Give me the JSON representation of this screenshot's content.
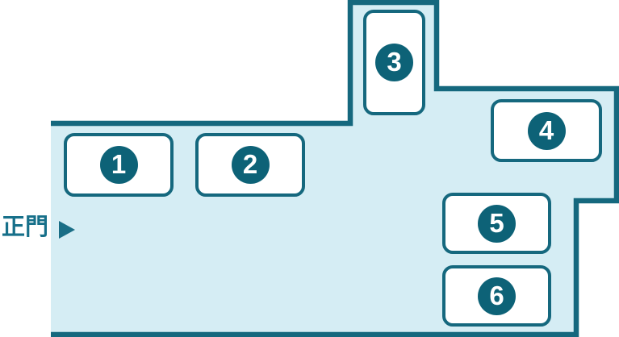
{
  "map": {
    "gate_label": "正門",
    "buildings": [
      {
        "number": "1"
      },
      {
        "number": "2"
      },
      {
        "number": "3"
      },
      {
        "number": "4"
      },
      {
        "number": "5"
      },
      {
        "number": "6"
      }
    ],
    "colors": {
      "outline": "#15687e",
      "grounds_fill": "#d5edf4",
      "badge_fill": "#0d6277",
      "badge_number": "#ffffff",
      "gate_label": "#17708a"
    }
  }
}
